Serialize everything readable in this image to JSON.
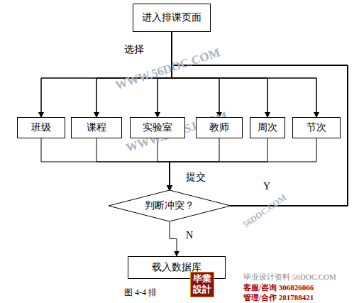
{
  "diagram": {
    "caption": "图 4-4 排",
    "nodes": [
      {
        "text": [
          "进入排课页面"
        ]
      },
      {
        "text": [
          "班级"
        ]
      },
      {
        "text": [
          "课程"
        ]
      },
      {
        "text": [
          "实验室"
        ]
      },
      {
        "text": [
          "教师"
        ]
      },
      {
        "text": [
          "周次"
        ]
      },
      {
        "text": [
          "节次"
        ]
      },
      {
        "text": [
          "判断冲突？"
        ]
      },
      {
        "text": [
          "载入数据库"
        ]
      }
    ],
    "edges": [
      {
        "from": 0,
        "to": 1,
        "arrow": "to"
      },
      {
        "from": 0,
        "to": 2,
        "arrow": "to"
      },
      {
        "from": 0,
        "to": 3,
        "arrow": "to"
      },
      {
        "from": 0,
        "to": 4,
        "arrow": "to"
      },
      {
        "from": 0,
        "to": 5,
        "arrow": "to"
      },
      {
        "from": 0,
        "to": 6,
        "arrow": "to"
      },
      {
        "from": 1,
        "to": 7,
        "arrow": "to"
      },
      {
        "from": 2,
        "to": 7,
        "arrow": "to"
      },
      {
        "from": 3,
        "to": 7,
        "arrow": "to"
      },
      {
        "from": 4,
        "to": 7,
        "arrow": "to"
      },
      {
        "from": 5,
        "to": 7,
        "arrow": "to"
      },
      {
        "from": 6,
        "to": 7,
        "arrow": "to"
      },
      {
        "from": 7,
        "to": 1,
        "arrow": "to"
      },
      {
        "from": 7,
        "to": 2,
        "arrow": "to"
      },
      {
        "from": 7,
        "to": 3,
        "arrow": "to"
      },
      {
        "from": 7,
        "to": 4,
        "arrow": "to"
      },
      {
        "from": 7,
        "to": 5,
        "arrow": "to"
      },
      {
        "from": 7,
        "to": 6,
        "arrow": "to"
      },
      {
        "from": 7,
        "to": 8,
        "arrow": "to"
      }
    ],
    "labels": [
      "选择",
      "提交",
      "Y",
      "N",
      "WWW.56DOC.COM",
      "WWW.2BYSJ.COM",
      "56DOC.COM",
      "毕業設計",
      "毕业设计资料 56DOC.COM",
      "客服/咨询 306826066",
      "管理/合作 281788421"
    ]
  }
}
